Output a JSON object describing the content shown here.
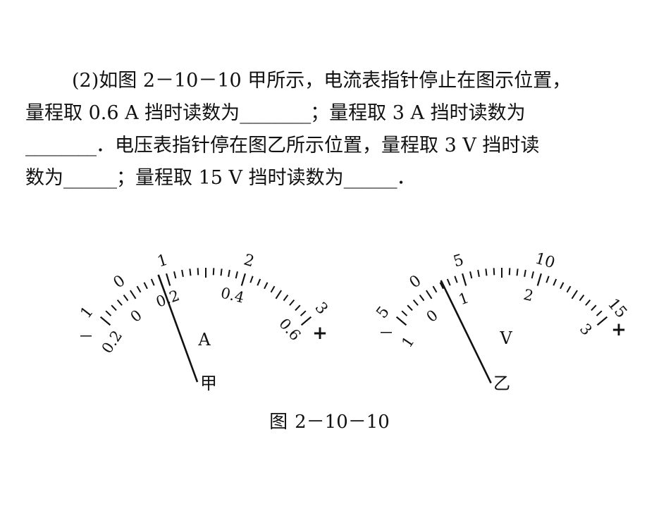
{
  "problem": {
    "line1": "(2)如图 2－10－10 甲所示，电流表指针停止在图示位置，",
    "line2a": "量程取 0.6 A 挡时读数为",
    "blank_long": "________",
    "line2b": "；量程取 3 A 挡时读数为",
    "line3b": "．电压表指针停在图乙所示位置，量程取 3 V 挡时读",
    "line4a": "数为",
    "blank_short": "______",
    "line4b": "；量程取 15 V 挡时读数为",
    "line4c": "．"
  },
  "ammeter": {
    "outer_labels": [
      "1",
      "0",
      "1",
      "2",
      "3"
    ],
    "inner_labels": [
      "0.2",
      "0",
      "0.2",
      "0.4",
      "0.6"
    ],
    "symbol": "A",
    "minus": "－",
    "plus": "+",
    "name": "甲",
    "needle_fraction": 0.3
  },
  "voltmeter": {
    "outer_labels": [
      "5",
      "0",
      "5",
      "10",
      "15"
    ],
    "inner_labels": [
      "1",
      "0",
      "1",
      "2",
      "3"
    ],
    "symbol": "V",
    "minus": "－",
    "plus": "+",
    "name": "乙",
    "needle_fraction": 0.24
  },
  "caption": {
    "fig": "图",
    "number": "2－10－10"
  }
}
